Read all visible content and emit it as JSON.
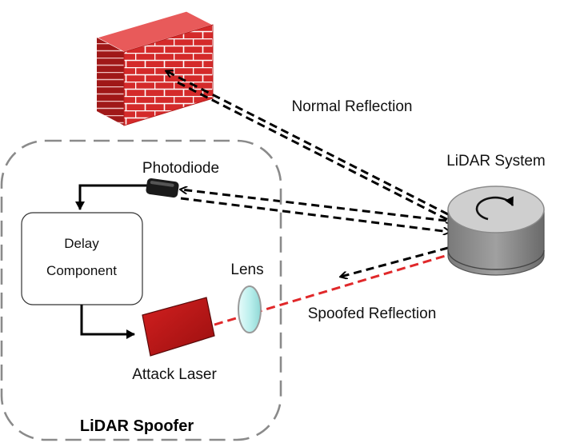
{
  "labels": {
    "normal_reflection": "Normal Reflection",
    "lidar_system": "LiDAR System",
    "photodiode": "Photodiode",
    "delay_line1": "Delay",
    "delay_line2": "Component",
    "lens": "Lens",
    "spoofed_reflection": "Spoofed Reflection",
    "attack_laser": "Attack Laser",
    "lidar_spoofer": "LiDAR Spoofer"
  },
  "colors": {
    "wall_face": "#d42a2a",
    "wall_side": "#a01818",
    "wall_top": "#e85a5a",
    "spoof_beam": "#e0282a",
    "lens": "#bdf0ee",
    "attack_laser": "#c01616",
    "lidar_body": "#8a8a8a",
    "lidar_top": "#cfcfcf",
    "dashed_border": "#8a8a8a"
  },
  "icons": {
    "rotation": "rotation-arrow-icon"
  }
}
